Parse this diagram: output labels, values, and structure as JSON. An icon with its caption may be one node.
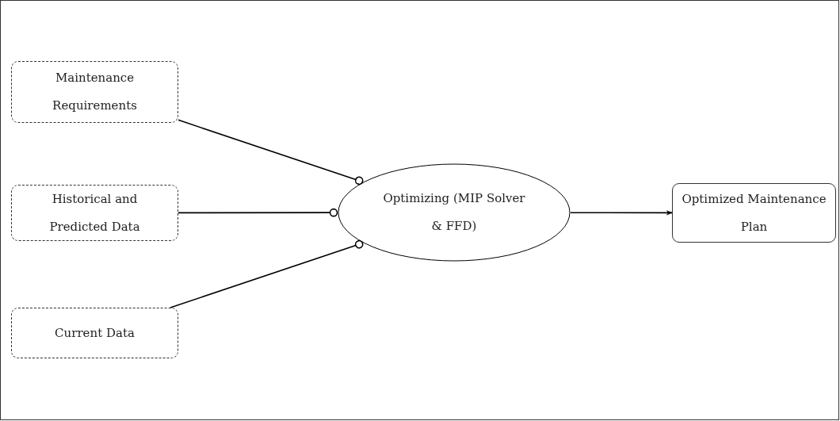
{
  "diagram": {
    "nodes": [
      {
        "text": [
          "Maintenance Requirements"
        ]
      },
      {
        "text": [
          "Historical and Predicted Data"
        ]
      },
      {
        "text": [
          "Current Data"
        ]
      },
      {
        "text": [
          "Optimizing (MIP Solver & FFD)"
        ]
      },
      {
        "text": [
          "Optimized Maintenance Plan"
        ]
      }
    ],
    "edges": [
      {
        "from": 0,
        "to": 3,
        "arrow": "other"
      },
      {
        "from": 1,
        "to": 3,
        "arrow": "other"
      },
      {
        "from": 2,
        "to": 3,
        "arrow": "other"
      },
      {
        "from": 3,
        "to": 4,
        "arrow": "to"
      }
    ]
  }
}
